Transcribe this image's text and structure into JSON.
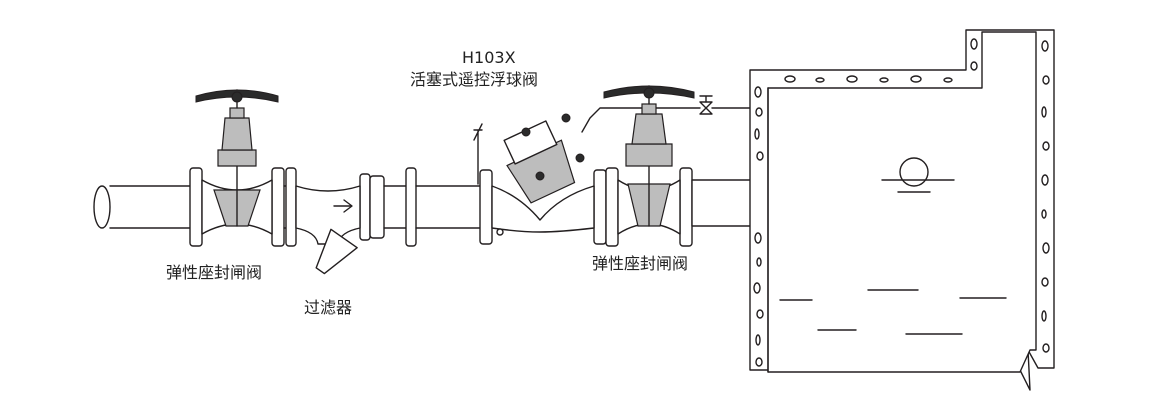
{
  "labels": {
    "gate_valve_left": "弹性座封闸阀",
    "strainer": "过滤器",
    "main_valve_model": "H103X",
    "main_valve_name": "活塞式遥控浮球阀",
    "gate_valve_right": "弹性座封闸阀"
  },
  "colors": {
    "line": "#231f20",
    "valve_fill": "#bdbdbd",
    "handwheel": "#2b2b2b",
    "background": "#ffffff"
  }
}
